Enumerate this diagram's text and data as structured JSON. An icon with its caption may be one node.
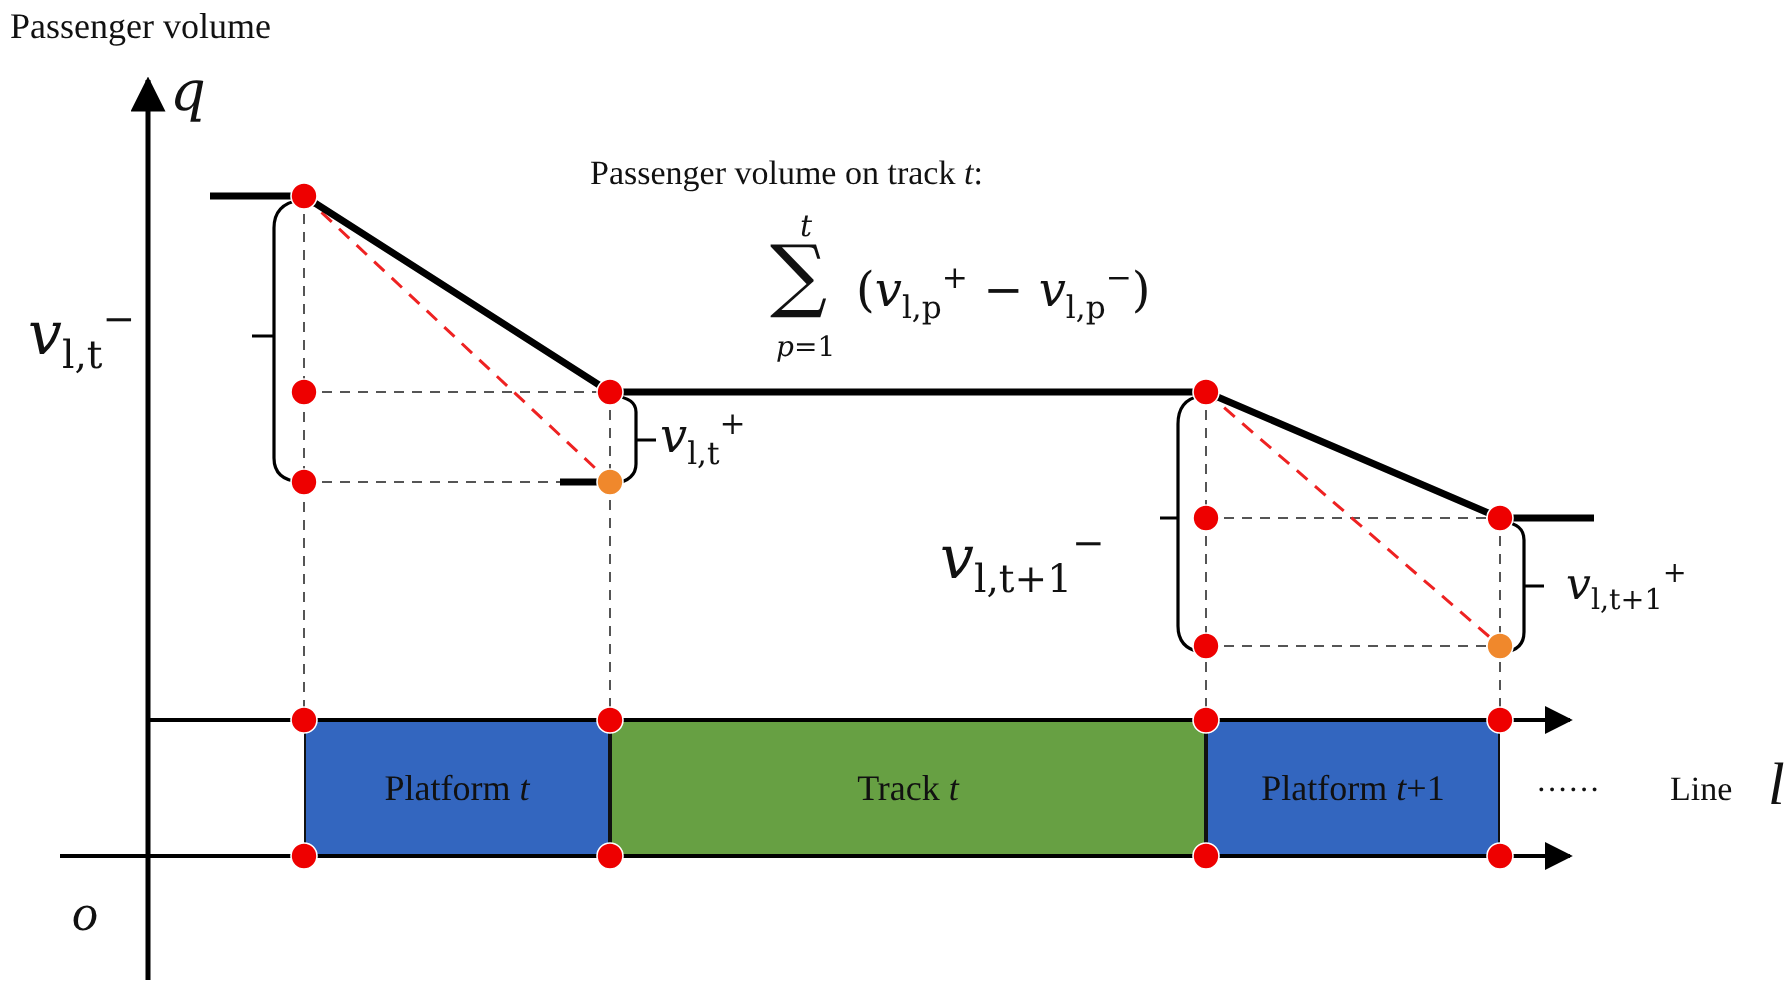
{
  "diagram": {
    "nodes": [
      {
        "text": [
          "Platform *t*"
        ]
      },
      {
        "text": [
          "Track *t*"
        ]
      },
      {
        "text": [
          "Platform *t*+1"
        ]
      }
    ],
    "labels": [
      "Passenger volume",
      "*q*",
      "Passenger volume on track *t*:",
      "*t*",
      "∑",
      "*p*=1",
      "(*v*$_{l,p}$$^{+}$ − *v*$_{l,p}$$^{−}$)",
      "*v*$_{l,t}$$^{−}$",
      "*v*$_{l,t}$$^{+}$",
      "*v*$_{l,t+1}$$^{−}$",
      "*v*$_{l,t+1}$$^{+}$",
      "······",
      "Line",
      "*l*",
      "*o*"
    ]
  }
}
